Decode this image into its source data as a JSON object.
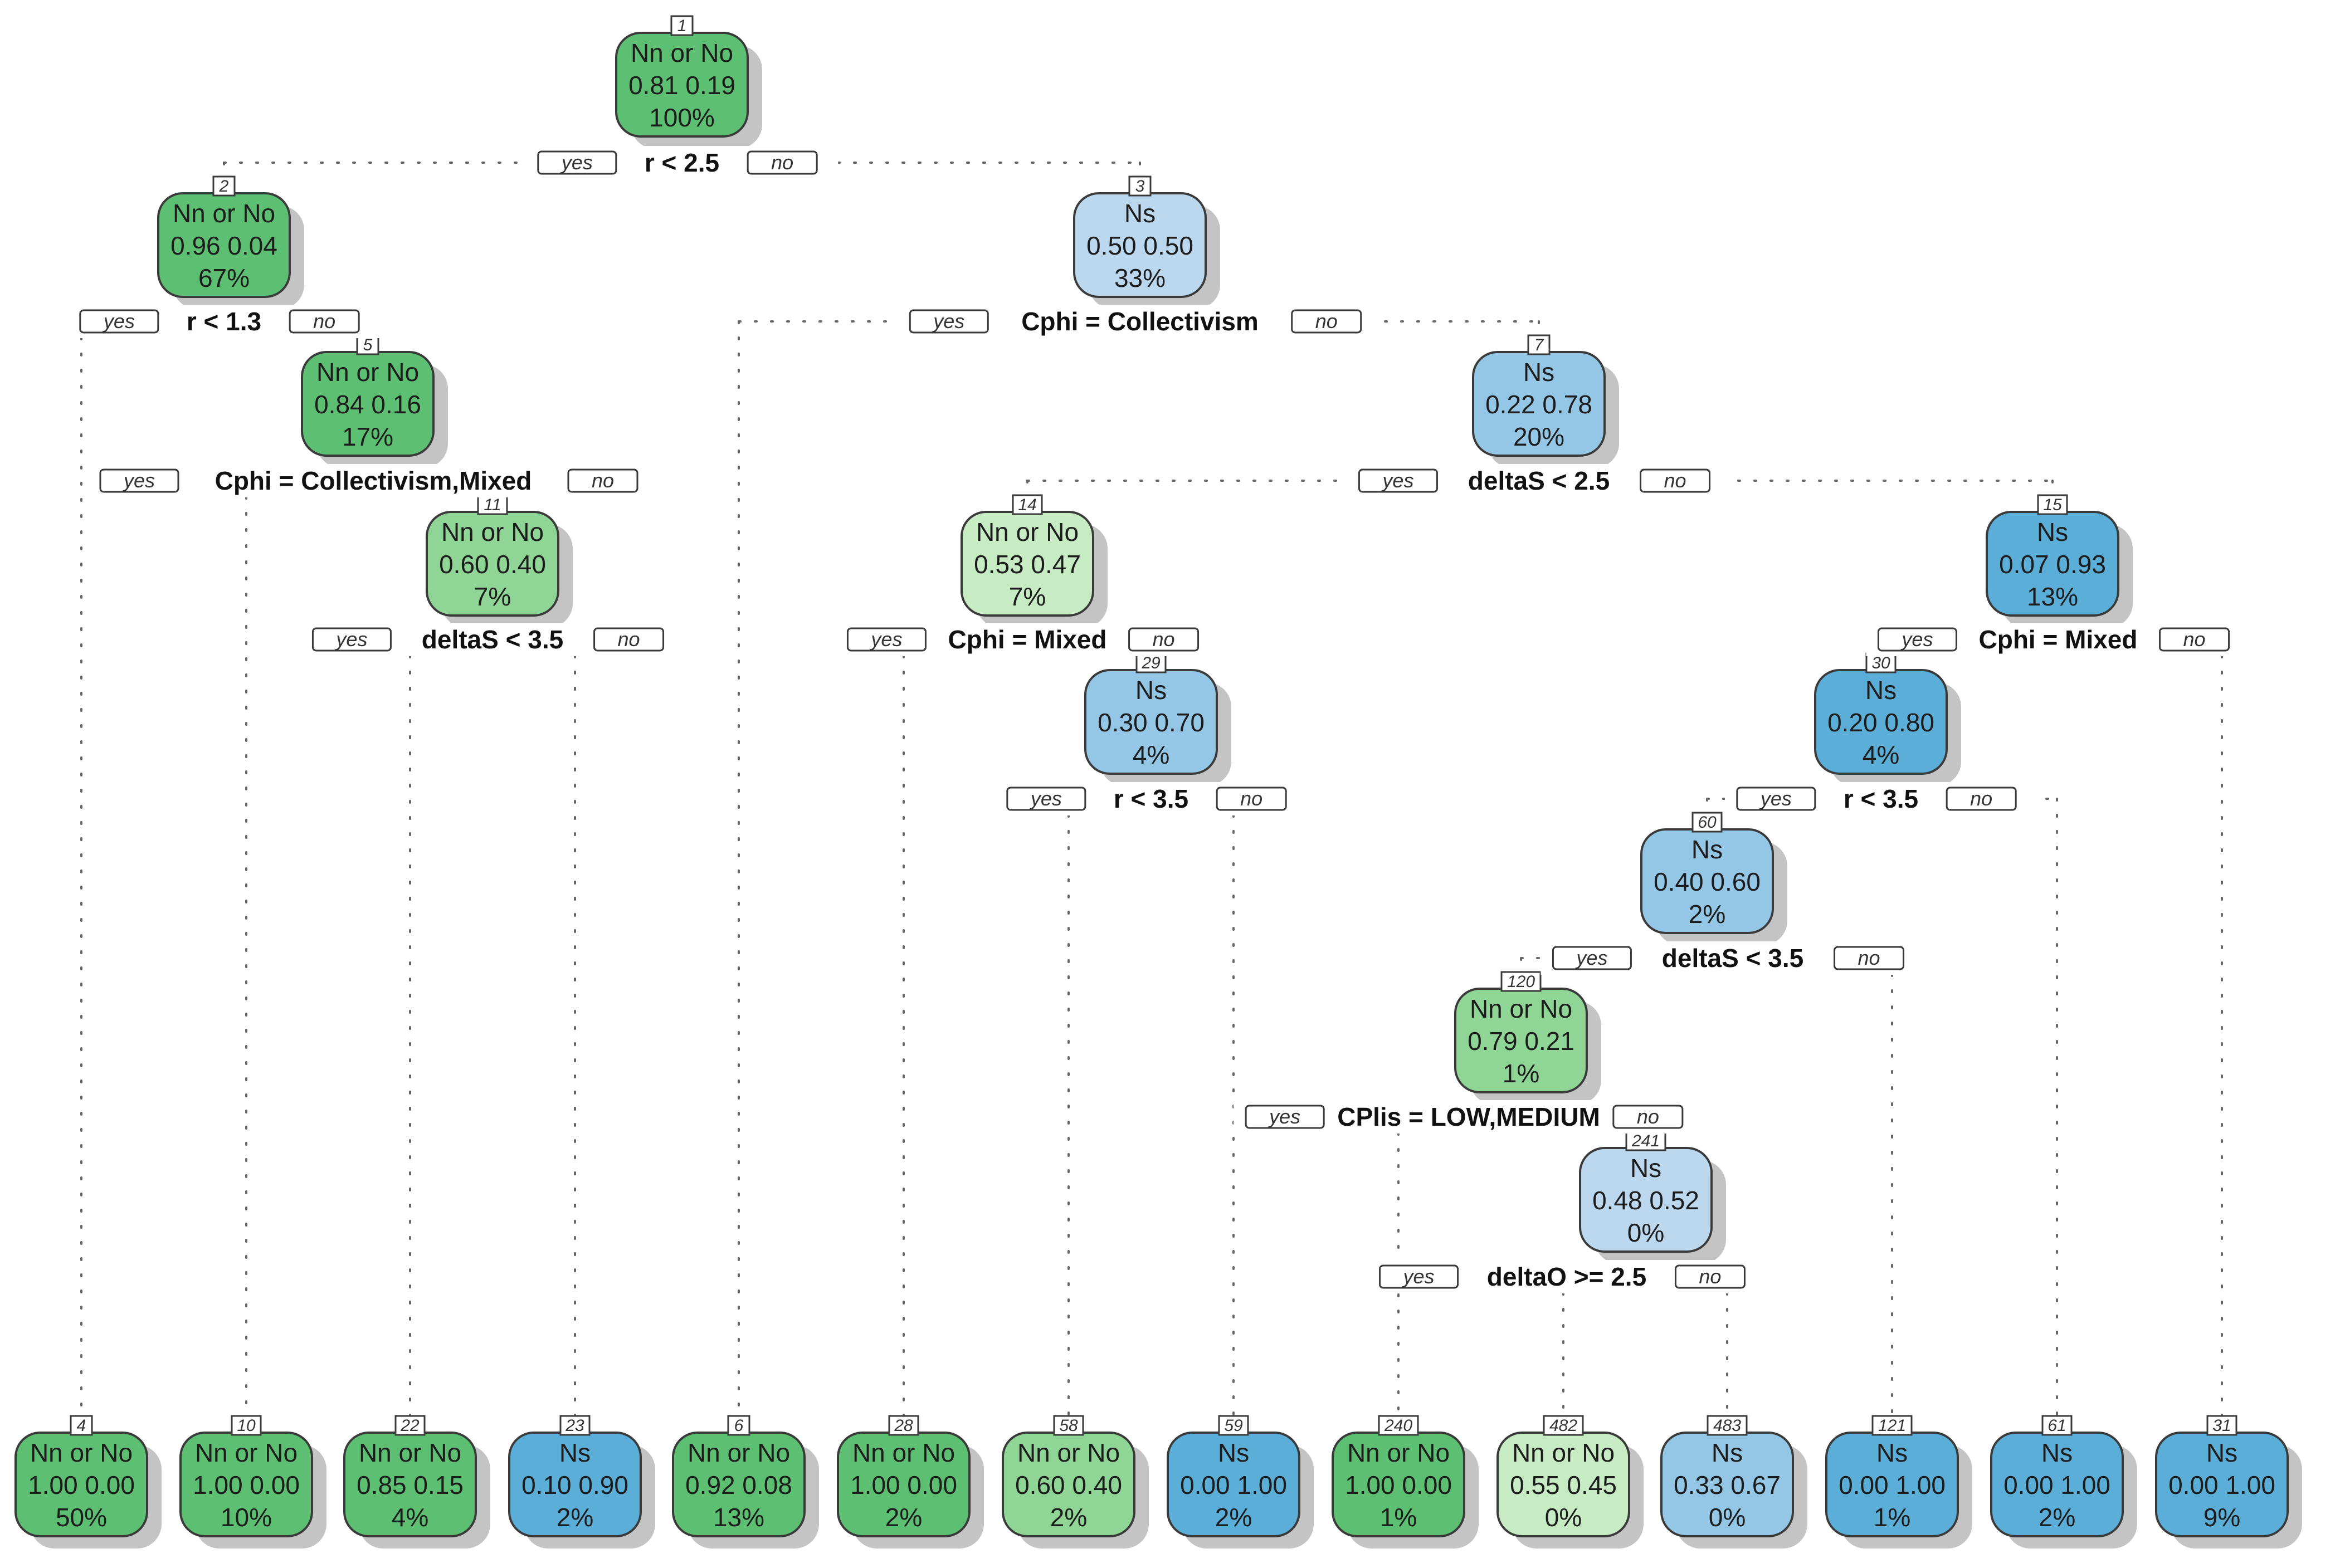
{
  "colors": {
    "Nn or No": [
      "#5cbf72",
      "#8fd596",
      "#c7ebc3"
    ],
    "Ns": [
      "#bcd8ef",
      "#94c7e6",
      "#5aaed8"
    ]
  },
  "yes_label": "yes",
  "no_label": "no",
  "nodes": [
    {
      "id": "1",
      "class": "Nn or No",
      "probs": "0.81  0.19",
      "pct": "100%",
      "shade": 0
    },
    {
      "id": "2",
      "class": "Nn or No",
      "probs": "0.96 0.04",
      "pct": "67%",
      "shade": 0
    },
    {
      "id": "3",
      "class": "Ns",
      "probs": "0.50 0.50",
      "pct": "33%",
      "shade": 0
    },
    {
      "id": "5",
      "class": "Nn or No",
      "probs": "0.84  0.16",
      "pct": "17%",
      "shade": 0
    },
    {
      "id": "7",
      "class": "Ns",
      "probs": "0.22 0.78",
      "pct": "20%",
      "shade": 1
    },
    {
      "id": "11",
      "class": "Nn or No",
      "probs": "0.60  0.40",
      "pct": "7%",
      "shade": 1
    },
    {
      "id": "14",
      "class": "Nn or No",
      "probs": "0.53  0.47",
      "pct": "7%",
      "shade": 2
    },
    {
      "id": "15",
      "class": "Ns",
      "probs": "0.07 0.93",
      "pct": "13%",
      "shade": 2
    },
    {
      "id": "29",
      "class": "Ns",
      "probs": "0.30 0.70",
      "pct": "4%",
      "shade": 1
    },
    {
      "id": "30",
      "class": "Ns",
      "probs": "0.20 0.80",
      "pct": "4%",
      "shade": 2
    },
    {
      "id": "60",
      "class": "Ns",
      "probs": "0.40 0.60",
      "pct": "2%",
      "shade": 1
    },
    {
      "id": "120",
      "class": "Nn or No",
      "probs": "0.79  0.21",
      "pct": "1%",
      "shade": 1
    },
    {
      "id": "241",
      "class": "Ns",
      "probs": "0.48 0.52",
      "pct": "0%",
      "shade": 0
    },
    {
      "id": "4",
      "class": "Nn or No",
      "probs": "1.00 0.00",
      "pct": "50%",
      "shade": 0
    },
    {
      "id": "10",
      "class": "Nn or No",
      "probs": "1.00 0.00",
      "pct": "10%",
      "shade": 0
    },
    {
      "id": "22",
      "class": "Nn or No",
      "probs": "0.85 0.15",
      "pct": "4%",
      "shade": 0
    },
    {
      "id": "23",
      "class": "Ns",
      "probs": "0.10 0.90",
      "pct": "2%",
      "shade": 2
    },
    {
      "id": "6",
      "class": "Nn or No",
      "probs": "0.92  0.08",
      "pct": "13%",
      "shade": 0
    },
    {
      "id": "28",
      "class": "Nn or No",
      "probs": "1.00  0.00",
      "pct": "2%",
      "shade": 0
    },
    {
      "id": "58",
      "class": "Nn or No",
      "probs": "0.60  0.40",
      "pct": "2%",
      "shade": 1
    },
    {
      "id": "59",
      "class": "Ns",
      "probs": "0.00  1.00",
      "pct": "2%",
      "shade": 2
    },
    {
      "id": "240",
      "class": "Nn or No",
      "probs": "1.00  0.00",
      "pct": "1%",
      "shade": 0
    },
    {
      "id": "482",
      "class": "Nn or No",
      "probs": "0.55 0.45",
      "pct": "0%",
      "shade": 2
    },
    {
      "id": "483",
      "class": "Ns",
      "probs": "0.33 0.67",
      "pct": "0%",
      "shade": 1
    },
    {
      "id": "121",
      "class": "Ns",
      "probs": "0.00   1.00",
      "pct": "1%",
      "shade": 2
    },
    {
      "id": "61",
      "class": "Ns",
      "probs": "0.00   1.00",
      "pct": "2%",
      "shade": 2
    },
    {
      "id": "31",
      "class": "Ns",
      "probs": "0.00   1.00",
      "pct": "9%",
      "shade": 2
    }
  ],
  "splits": [
    {
      "node": "1",
      "text": "r < 2.5",
      "yes": "2",
      "no": "3"
    },
    {
      "node": "2",
      "text": "r < 1.3",
      "yes": "4",
      "no": "5"
    },
    {
      "node": "3",
      "text": "Cphi = Collectivism",
      "yes": "6",
      "no": "7"
    },
    {
      "node": "5",
      "text": "Cphi = Collectivism,Mixed",
      "yes": "10",
      "no": "11"
    },
    {
      "node": "7",
      "text": "deltaS < 2.5",
      "yes": "14",
      "no": "15"
    },
    {
      "node": "11",
      "text": "deltaS < 3.5",
      "yes": "22",
      "no": "23"
    },
    {
      "node": "14",
      "text": "Cphi = Mixed",
      "yes": "28",
      "no": "29"
    },
    {
      "node": "15",
      "text": "Cphi = Mixed",
      "yes": "30",
      "no": "31"
    },
    {
      "node": "29",
      "text": "r < 3.5",
      "yes": "58",
      "no": "59"
    },
    {
      "node": "30",
      "text": "r < 3.5",
      "yes": "60",
      "no": "61"
    },
    {
      "node": "60",
      "text": "deltaS < 3.5",
      "yes": "120",
      "no": "121"
    },
    {
      "node": "120",
      "text": "CPlis = LOW,MEDIUM",
      "yes": "240",
      "no": "241"
    },
    {
      "node": "241",
      "text": "deltaO >= 2.5",
      "yes": "482",
      "no": "483"
    }
  ]
}
